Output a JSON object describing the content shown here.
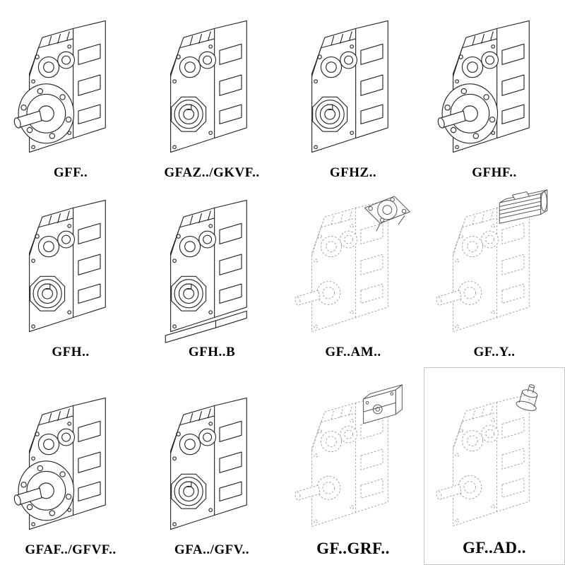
{
  "colors": {
    "ink": "#26262a",
    "ghost": "#9a9ea2",
    "background": "#ffffff"
  },
  "catalog": {
    "items": [
      {
        "label": "GFF..",
        "icon": "gearbox-flange-icon",
        "style": "solid"
      },
      {
        "label": "GFAZ../GKVF..",
        "icon": "gearbox-hollow-shaft-icon",
        "style": "solid"
      },
      {
        "label": "GFHZ..",
        "icon": "gearbox-hollow-shaft-icon",
        "style": "solid"
      },
      {
        "label": "GFHF..",
        "icon": "gearbox-flange-icon",
        "style": "solid"
      },
      {
        "label": "GFH..",
        "icon": "gearbox-hollow-shaft-icon",
        "style": "solid"
      },
      {
        "label": "GFH..B",
        "icon": "gearbox-foot-mounted-icon",
        "style": "solid"
      },
      {
        "label": "GF..AM..",
        "icon": "gearbox-input-flange-icon",
        "style": "dashed"
      },
      {
        "label": "GF..Y..",
        "icon": "gearbox-with-motor-icon",
        "style": "dashed"
      },
      {
        "label": "GFAF../GFVF..",
        "icon": "gearbox-flange-icon",
        "style": "solid"
      },
      {
        "label": "GFA../GFV..",
        "icon": "gearbox-hollow-shaft-icon",
        "style": "solid"
      },
      {
        "label": "GF..GRF..",
        "icon": "gearbox-input-adapter-icon",
        "style": "dashed"
      },
      {
        "label": "GF..AD..",
        "icon": "gearbox-input-shaft-icon",
        "style": "dashed"
      }
    ]
  }
}
